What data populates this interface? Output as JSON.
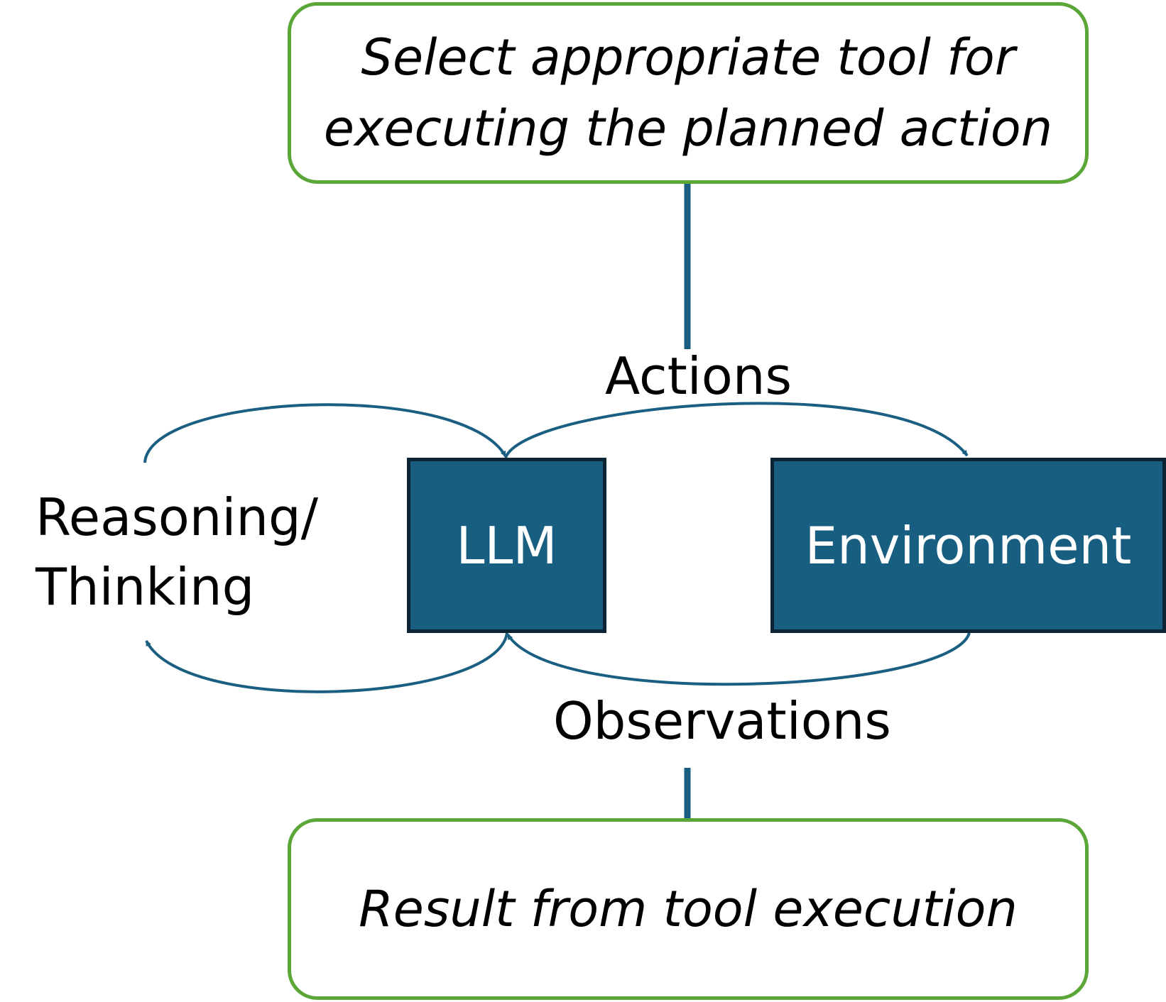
{
  "tool_select": {
    "line1": "Select appropriate tool for",
    "line2": "executing the planned action"
  },
  "tool_result": {
    "text": "Result from tool execution"
  },
  "nodes": {
    "llm": "LLM",
    "environment": "Environment"
  },
  "edges": {
    "actions": "Actions",
    "observations": "Observations",
    "reasoning_line1": "Reasoning/",
    "reasoning_line2": "Thinking"
  },
  "colors": {
    "tool_box_border": "#5aa637",
    "node_fill": "#185e81",
    "node_border": "#0c2433",
    "arrow": "#1a5f82"
  }
}
